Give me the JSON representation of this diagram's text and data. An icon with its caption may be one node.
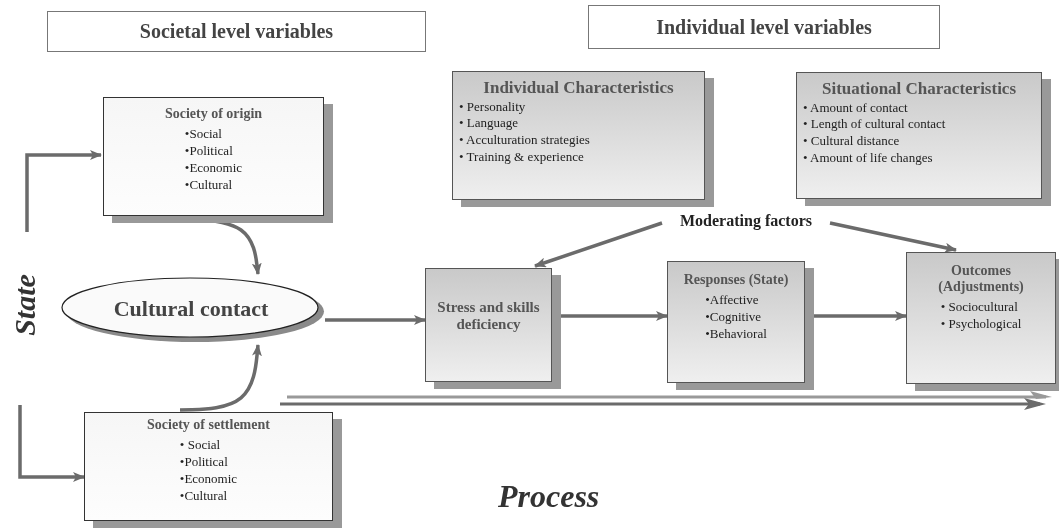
{
  "diagram": {
    "nodes": [
      {
        "text": [
          "Societal level variables"
        ]
      },
      {
        "text": [
          "Individual level variables"
        ]
      },
      {
        "text": [
          "Society of origin",
          "•Social",
          "•Political",
          "•Economic",
          "•Cultural"
        ]
      },
      {
        "text": [
          "Individual Characteristics",
          "• Personality",
          "• Language",
          "• Acculturation strategies",
          "• Training & experience"
        ]
      },
      {
        "text": [
          "Situational Characteristics",
          "• Amount of contact",
          "• Length of cultural contact",
          "• Cultural distance",
          "• Amount of life changes"
        ]
      },
      {
        "text": [
          "Cultural contact"
        ]
      },
      {
        "text": [
          "Stress and skills deficiency"
        ]
      },
      {
        "text": [
          "Responses (State)",
          "•Affective",
          "•Cognitive",
          "•Behavioral"
        ]
      },
      {
        "text": [
          "Outcomes (Adjustments)",
          "• Sociocultural",
          "• Psychological"
        ]
      },
      {
        "text": [
          "Society of settlement",
          "• Social",
          "•Political",
          "•Economic",
          "•Cultural"
        ]
      },
      {
        "text": [
          "Moderating factors"
        ]
      }
    ],
    "edges": [
      {
        "from": null,
        "to": 2,
        "arrow": "to"
      },
      {
        "from": null,
        "to": 9,
        "arrow": "to"
      },
      {
        "from": 2,
        "to": 5,
        "arrow": "to"
      },
      {
        "from": 9,
        "to": 5,
        "arrow": "to"
      },
      {
        "from": 5,
        "to": 6,
        "arrow": "to"
      },
      {
        "from": 6,
        "to": 7,
        "arrow": "to"
      },
      {
        "from": 7,
        "to": 8,
        "arrow": "to"
      },
      {
        "from": 10,
        "to": 6,
        "arrow": "to"
      },
      {
        "from": 10,
        "to": 8,
        "arrow": "to"
      }
    ],
    "labels": [
      "State",
      "Process"
    ]
  }
}
